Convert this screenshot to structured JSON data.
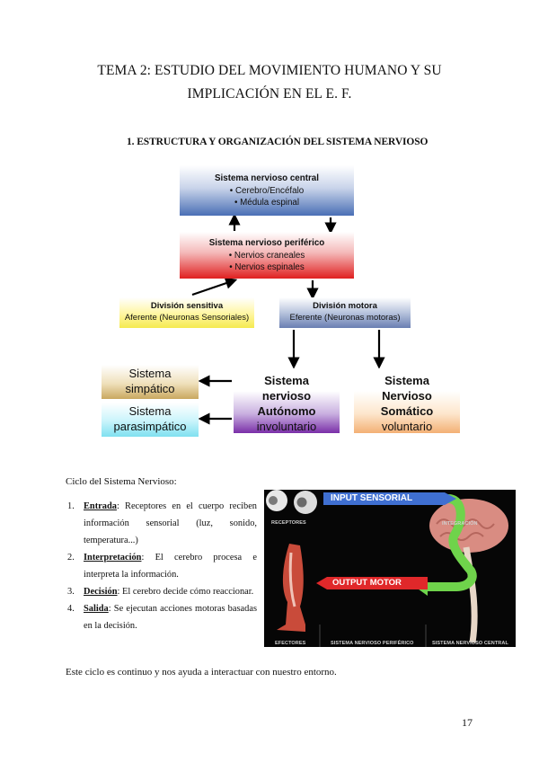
{
  "header": {
    "title_line1": "TEMA 2: ESTUDIO DEL MOVIMIENTO HUMANO Y SU",
    "title_line2": "IMPLICACIÓN EN EL E. F."
  },
  "section_heading": "1.   ESTRUCTURA Y ORGANIZACIÓN DEL SISTEMA NERVIOSO",
  "diagram": {
    "central": {
      "title": "Sistema nervioso central",
      "items": [
        "• Cerebro/Encéfalo",
        "• Médula espinal"
      ]
    },
    "peripheral": {
      "title": "Sistema nervioso periférico",
      "items": [
        "• Nervios craneales",
        "• Nervios espinales"
      ]
    },
    "sensory": {
      "title": "División sensitiva",
      "subtitle": "Aferente (Neuronas Sensoriales)"
    },
    "motor": {
      "title": "División motora",
      "subtitle": "Eferente (Neuronas motoras)"
    },
    "sympathetic": {
      "line1": "Sistema",
      "line2": "simpático"
    },
    "parasympathetic": {
      "line1": "Sistema",
      "line2": "parasimpático"
    },
    "autonomic": {
      "line1": "Sistema",
      "line2": "nervioso",
      "line3": "Autónomo",
      "line4": "involuntario"
    },
    "somatic": {
      "line1": "Sistema",
      "line2": "Nervioso",
      "line3": "Somático",
      "line4": "voluntario"
    }
  },
  "cycle_intro": "Ciclo del Sistema Nervioso:",
  "steps": [
    {
      "num": "1.",
      "term": "Entrada",
      "text": ": Receptores en el cuerpo reciben información sensorial (luz, sonido, temperatura...)"
    },
    {
      "num": "2.",
      "term": "Interpretación",
      "text": ": El cerebro procesa e interpreta la información."
    },
    {
      "num": "3.",
      "term": "Decisión",
      "text": ": El cerebro decide cómo reaccionar."
    },
    {
      "num": "4.",
      "term": "Salida",
      "text": ": Se ejecutan acciones motoras basadas en la decisión."
    }
  ],
  "figure": {
    "input_label": "INPUT SENSORIAL",
    "output_label": "OUTPUT MOTOR",
    "receptors": "RECEPTORES",
    "integration": "INTEGRACIÓN",
    "effectors": "EFECTORES",
    "peripheral": "SISTEMA NERVIOSO PERIFÉRICO",
    "central": "SISTEMA NERVIOSO CENTRAL"
  },
  "closing_text": "Este ciclo es continuo y nos ayuda a interactuar con nuestro entorno.",
  "page_number": "17"
}
